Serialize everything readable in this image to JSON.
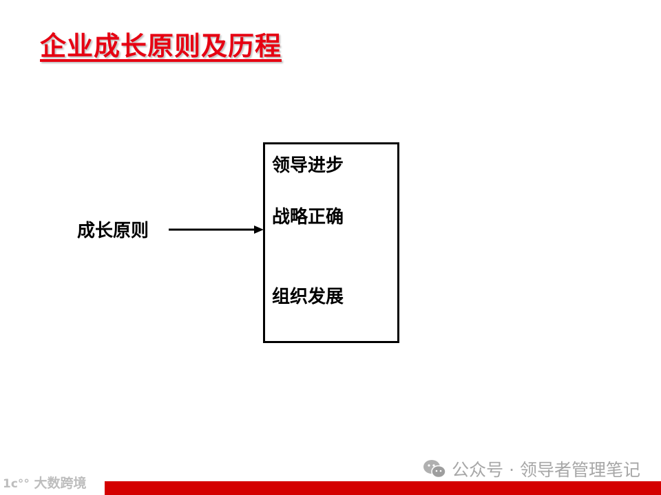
{
  "slide": {
    "title": "企业成长原则及历程",
    "title_color": "#e60012"
  },
  "diagram": {
    "source_label": "成长原则",
    "box_items": [
      "领导进步",
      "战略正确",
      "组织发展"
    ]
  },
  "footer": {
    "watermark": "公众号 · 领导者管理笔记",
    "logo_text": "大数跨境",
    "logo_mark": "1c°°",
    "bar_color": "#d40000"
  }
}
